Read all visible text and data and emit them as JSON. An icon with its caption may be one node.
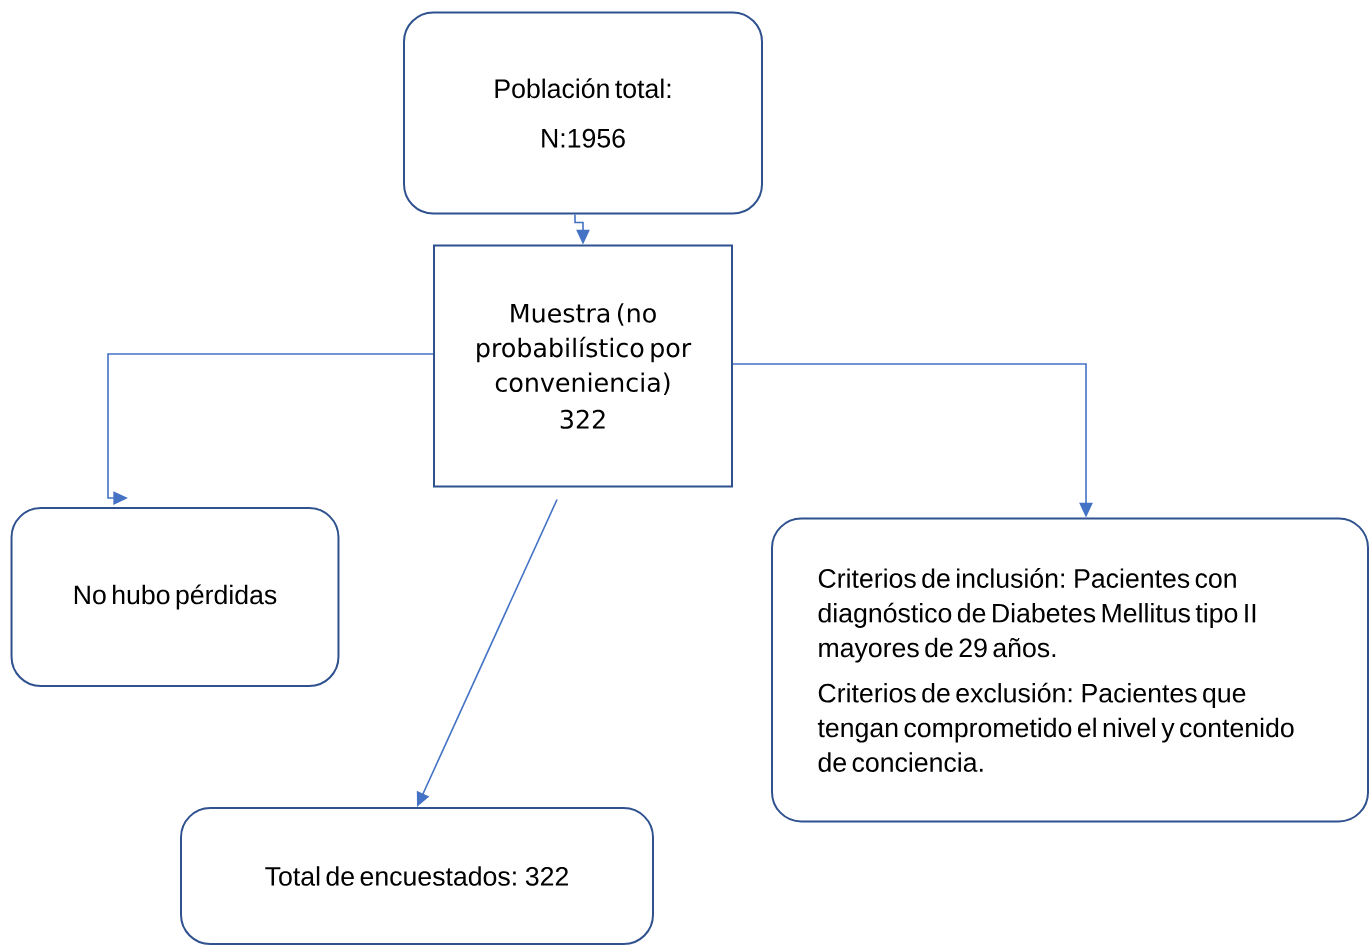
{
  "diagram": {
    "nodes": [
      {
        "text": [
          "Población total:",
          "N:1956"
        ]
      },
      {
        "text": [
          "Muestra (no probabilístico por conveniencia)",
          "322"
        ]
      },
      {
        "text": [
          "No hubo pérdidas"
        ]
      },
      {
        "text": [
          "Criterios de inclusión: Pacientes con diagnóstico de Diabetes Mellitus tipo II mayores de 29 años.",
          "Criterios de exclusión: Pacientes que tengan comprometido el nivel y contenido de conciencia."
        ]
      },
      {
        "text": [
          "Total de encuestados: 322"
        ]
      }
    ],
    "edges": [
      {
        "from": 0,
        "to": 1,
        "arrow": "to"
      },
      {
        "from": 1,
        "to": 2,
        "arrow": "to"
      },
      {
        "from": 1,
        "to": 3,
        "arrow": "to"
      },
      {
        "from": 1,
        "to": 4,
        "arrow": "to"
      }
    ]
  }
}
